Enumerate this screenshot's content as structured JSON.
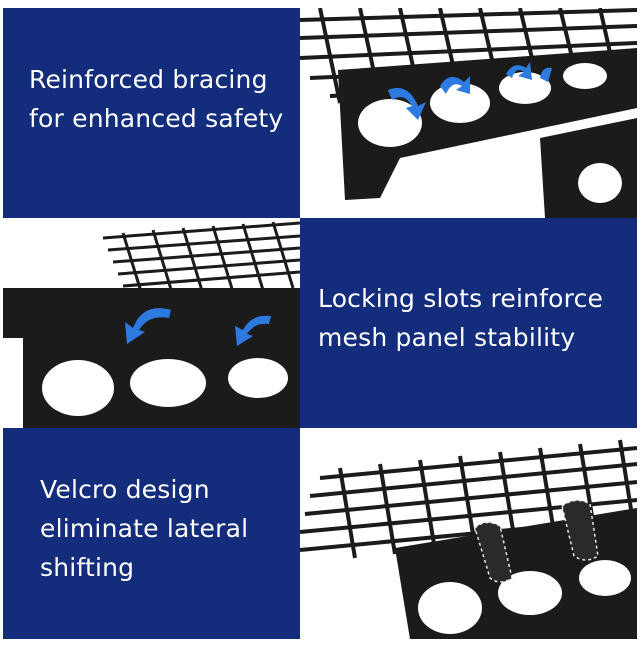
{
  "features": [
    {
      "text": "Reinforced bracing for enhanced safety",
      "icon": "curved-arrow-icon"
    },
    {
      "text": "Locking slots reinforce mesh panel stability",
      "icon": "curved-arrow-icon"
    },
    {
      "text": "Velcro design eliminate lateral shifting",
      "icon": "velcro-strap-icon"
    }
  ],
  "colors": {
    "panel_blue": "#132c7c",
    "arrow_blue": "#2d7be0",
    "metal": "#1b1b1b"
  }
}
